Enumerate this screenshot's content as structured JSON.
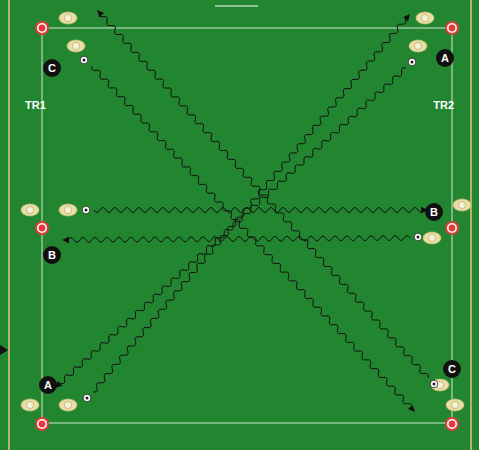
{
  "diagram": {
    "nodes": [
      {
        "text": [
          "C"
        ]
      },
      {
        "text": [
          "A"
        ]
      },
      {
        "text": [
          "B"
        ]
      },
      {
        "text": [
          "B"
        ]
      },
      {
        "text": [
          "A"
        ]
      },
      {
        "text": [
          "C"
        ]
      }
    ],
    "labels": [
      "TR1",
      "TR2"
    ]
  }
}
